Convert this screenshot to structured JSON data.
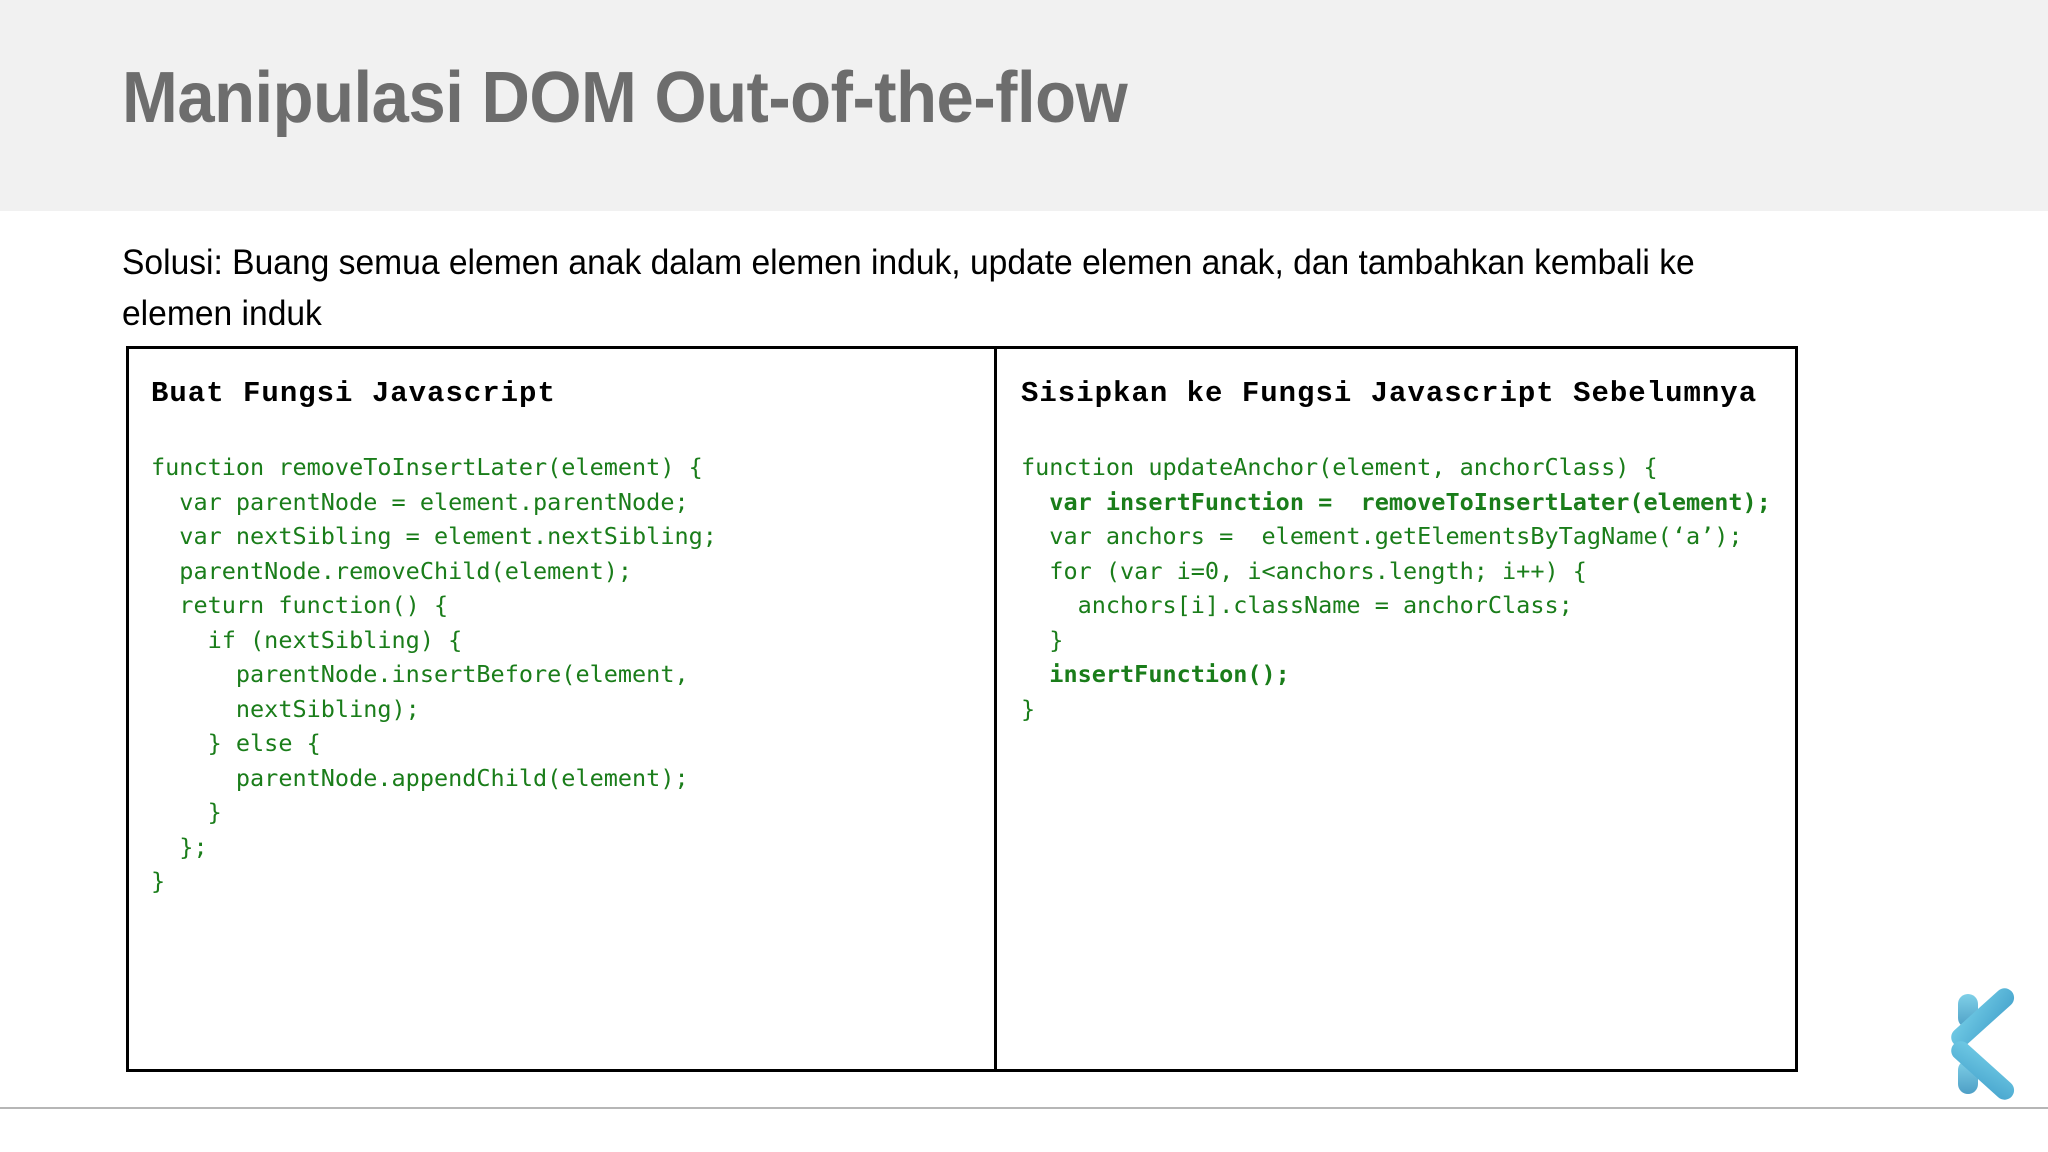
{
  "slide": {
    "title": "Manipulasi DOM Out-of-the-flow",
    "subtitle": "Solusi: Buang semua elemen anak dalam elemen induk, update elemen anak, dan tambahkan kembali ke elemen induk",
    "logo_name": "kodepos-k-logo",
    "colors": {
      "header_band": "#f1f1f1",
      "title_gray": "#6d6d6d",
      "code_green": "#1a7d1a",
      "frame_border": "#000000",
      "logo_blue": "#5bc0de",
      "footer_rule": "#b6b6b6"
    }
  },
  "panels": {
    "left": {
      "heading": "Buat Fungsi Javascript",
      "lines": [
        {
          "text": "function removeToInsertLater(element) {",
          "bold": false
        },
        {
          "text": "  var parentNode = element.parentNode;",
          "bold": false
        },
        {
          "text": "  var nextSibling = element.nextSibling;",
          "bold": false
        },
        {
          "text": "  parentNode.removeChild(element);",
          "bold": false
        },
        {
          "text": "  return function() {",
          "bold": false
        },
        {
          "text": "    if (nextSibling) {",
          "bold": false
        },
        {
          "text": "      parentNode.insertBefore(element,",
          "bold": false
        },
        {
          "text": "      nextSibling);",
          "bold": false
        },
        {
          "text": "    } else {",
          "bold": false
        },
        {
          "text": "      parentNode.appendChild(element);",
          "bold": false
        },
        {
          "text": "    }",
          "bold": false
        },
        {
          "text": "  };",
          "bold": false
        },
        {
          "text": "}",
          "bold": false
        }
      ]
    },
    "right": {
      "heading": "Sisipkan ke Fungsi Javascript Sebelumnya",
      "lines": [
        {
          "text": "function updateAnchor(element, anchorClass) {",
          "bold": false
        },
        {
          "text": "  var insertFunction =  removeToInsertLater(element);",
          "bold": true
        },
        {
          "text": "  var anchors =  element.getElementsByTagName(‘a’);",
          "bold": false
        },
        {
          "text": "  for (var i=0, i<anchors.length; i++) {",
          "bold": false
        },
        {
          "text": "    anchors[i].className = anchorClass;",
          "bold": false
        },
        {
          "text": "  }",
          "bold": false
        },
        {
          "text": "  insertFunction();",
          "bold": true
        },
        {
          "text": "}",
          "bold": false
        }
      ]
    }
  }
}
